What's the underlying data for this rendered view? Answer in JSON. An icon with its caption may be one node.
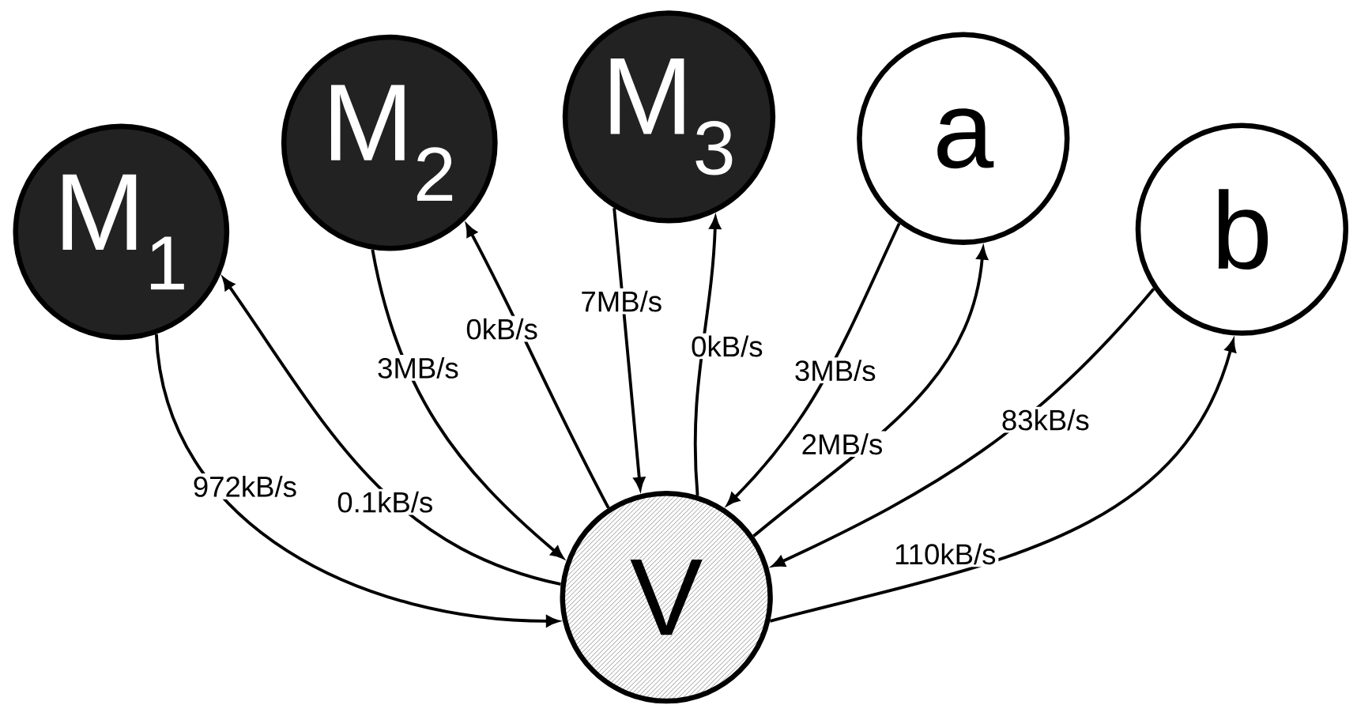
{
  "diagram": {
    "nodes": [
      {
        "text": [
          "M$_{1}$"
        ]
      },
      {
        "text": [
          "M$_{2}$"
        ]
      },
      {
        "text": [
          "M$_{3}$"
        ]
      },
      {
        "text": [
          "a"
        ]
      },
      {
        "text": [
          "b"
        ]
      },
      {
        "text": [
          "V"
        ]
      }
    ],
    "edges": [
      {
        "from": 0,
        "to": 5,
        "arrow": "to",
        "label": "972kB/s"
      },
      {
        "from": 5,
        "to": 0,
        "arrow": "to",
        "label": "0.1kB/s"
      },
      {
        "from": 1,
        "to": 5,
        "arrow": "to",
        "label": "3MB/s"
      },
      {
        "from": 5,
        "to": 1,
        "arrow": "to",
        "label": "0kB/s"
      },
      {
        "from": 2,
        "to": 5,
        "arrow": "to",
        "label": "7MB/s"
      },
      {
        "from": 5,
        "to": 2,
        "arrow": "to",
        "label": "0kB/s"
      },
      {
        "from": 3,
        "to": 5,
        "arrow": "to",
        "label": "3MB/s"
      },
      {
        "from": 5,
        "to": 3,
        "arrow": "to",
        "label": "2MB/s"
      },
      {
        "from": 4,
        "to": 5,
        "arrow": "to",
        "label": "83kB/s"
      },
      {
        "from": 5,
        "to": 4,
        "arrow": "to",
        "label": "110kB/s"
      }
    ]
  }
}
